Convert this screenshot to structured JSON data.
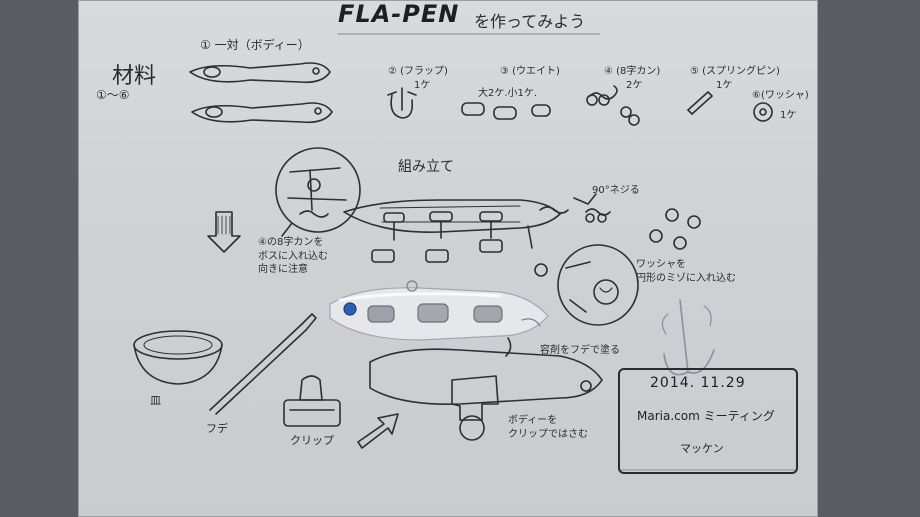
{
  "title": "FLA-PEN",
  "title_suffix": "を作ってみよう",
  "materials": {
    "heading": "材料",
    "range": "①〜⑥"
  },
  "parts": [
    {
      "label": "① 一対（ボディー）"
    },
    {
      "label": "② (フラップ)",
      "qty": "1ケ"
    },
    {
      "label": "③ (ウエイト)",
      "qty": "大2ケ.小1ケ."
    },
    {
      "label": "④ (8字カン)",
      "qty": "2ケ"
    },
    {
      "label": "⑤ (スプリングピン)",
      "qty": "1ケ"
    },
    {
      "label": "⑥(ワッシャ)",
      "qty": "1ケ"
    }
  ],
  "assembly": {
    "heading": "組み立て",
    "note_hole": "④の8字カンを\nボスに入れ込む\n向きに注意",
    "note_twist": "90°ネジる",
    "note_washer": "ワッシャを\n円形のミゾに入れ込む",
    "note_glue": "容剤をフデで塗る",
    "note_clip": "ボディーを\nクリップではさむ"
  },
  "tools": {
    "dish": "皿",
    "brush": "フデ",
    "clip": "クリップ"
  },
  "signature": {
    "date": "2014. 11.29",
    "event": "Maria.com ミーティング",
    "author": "マッケン"
  }
}
